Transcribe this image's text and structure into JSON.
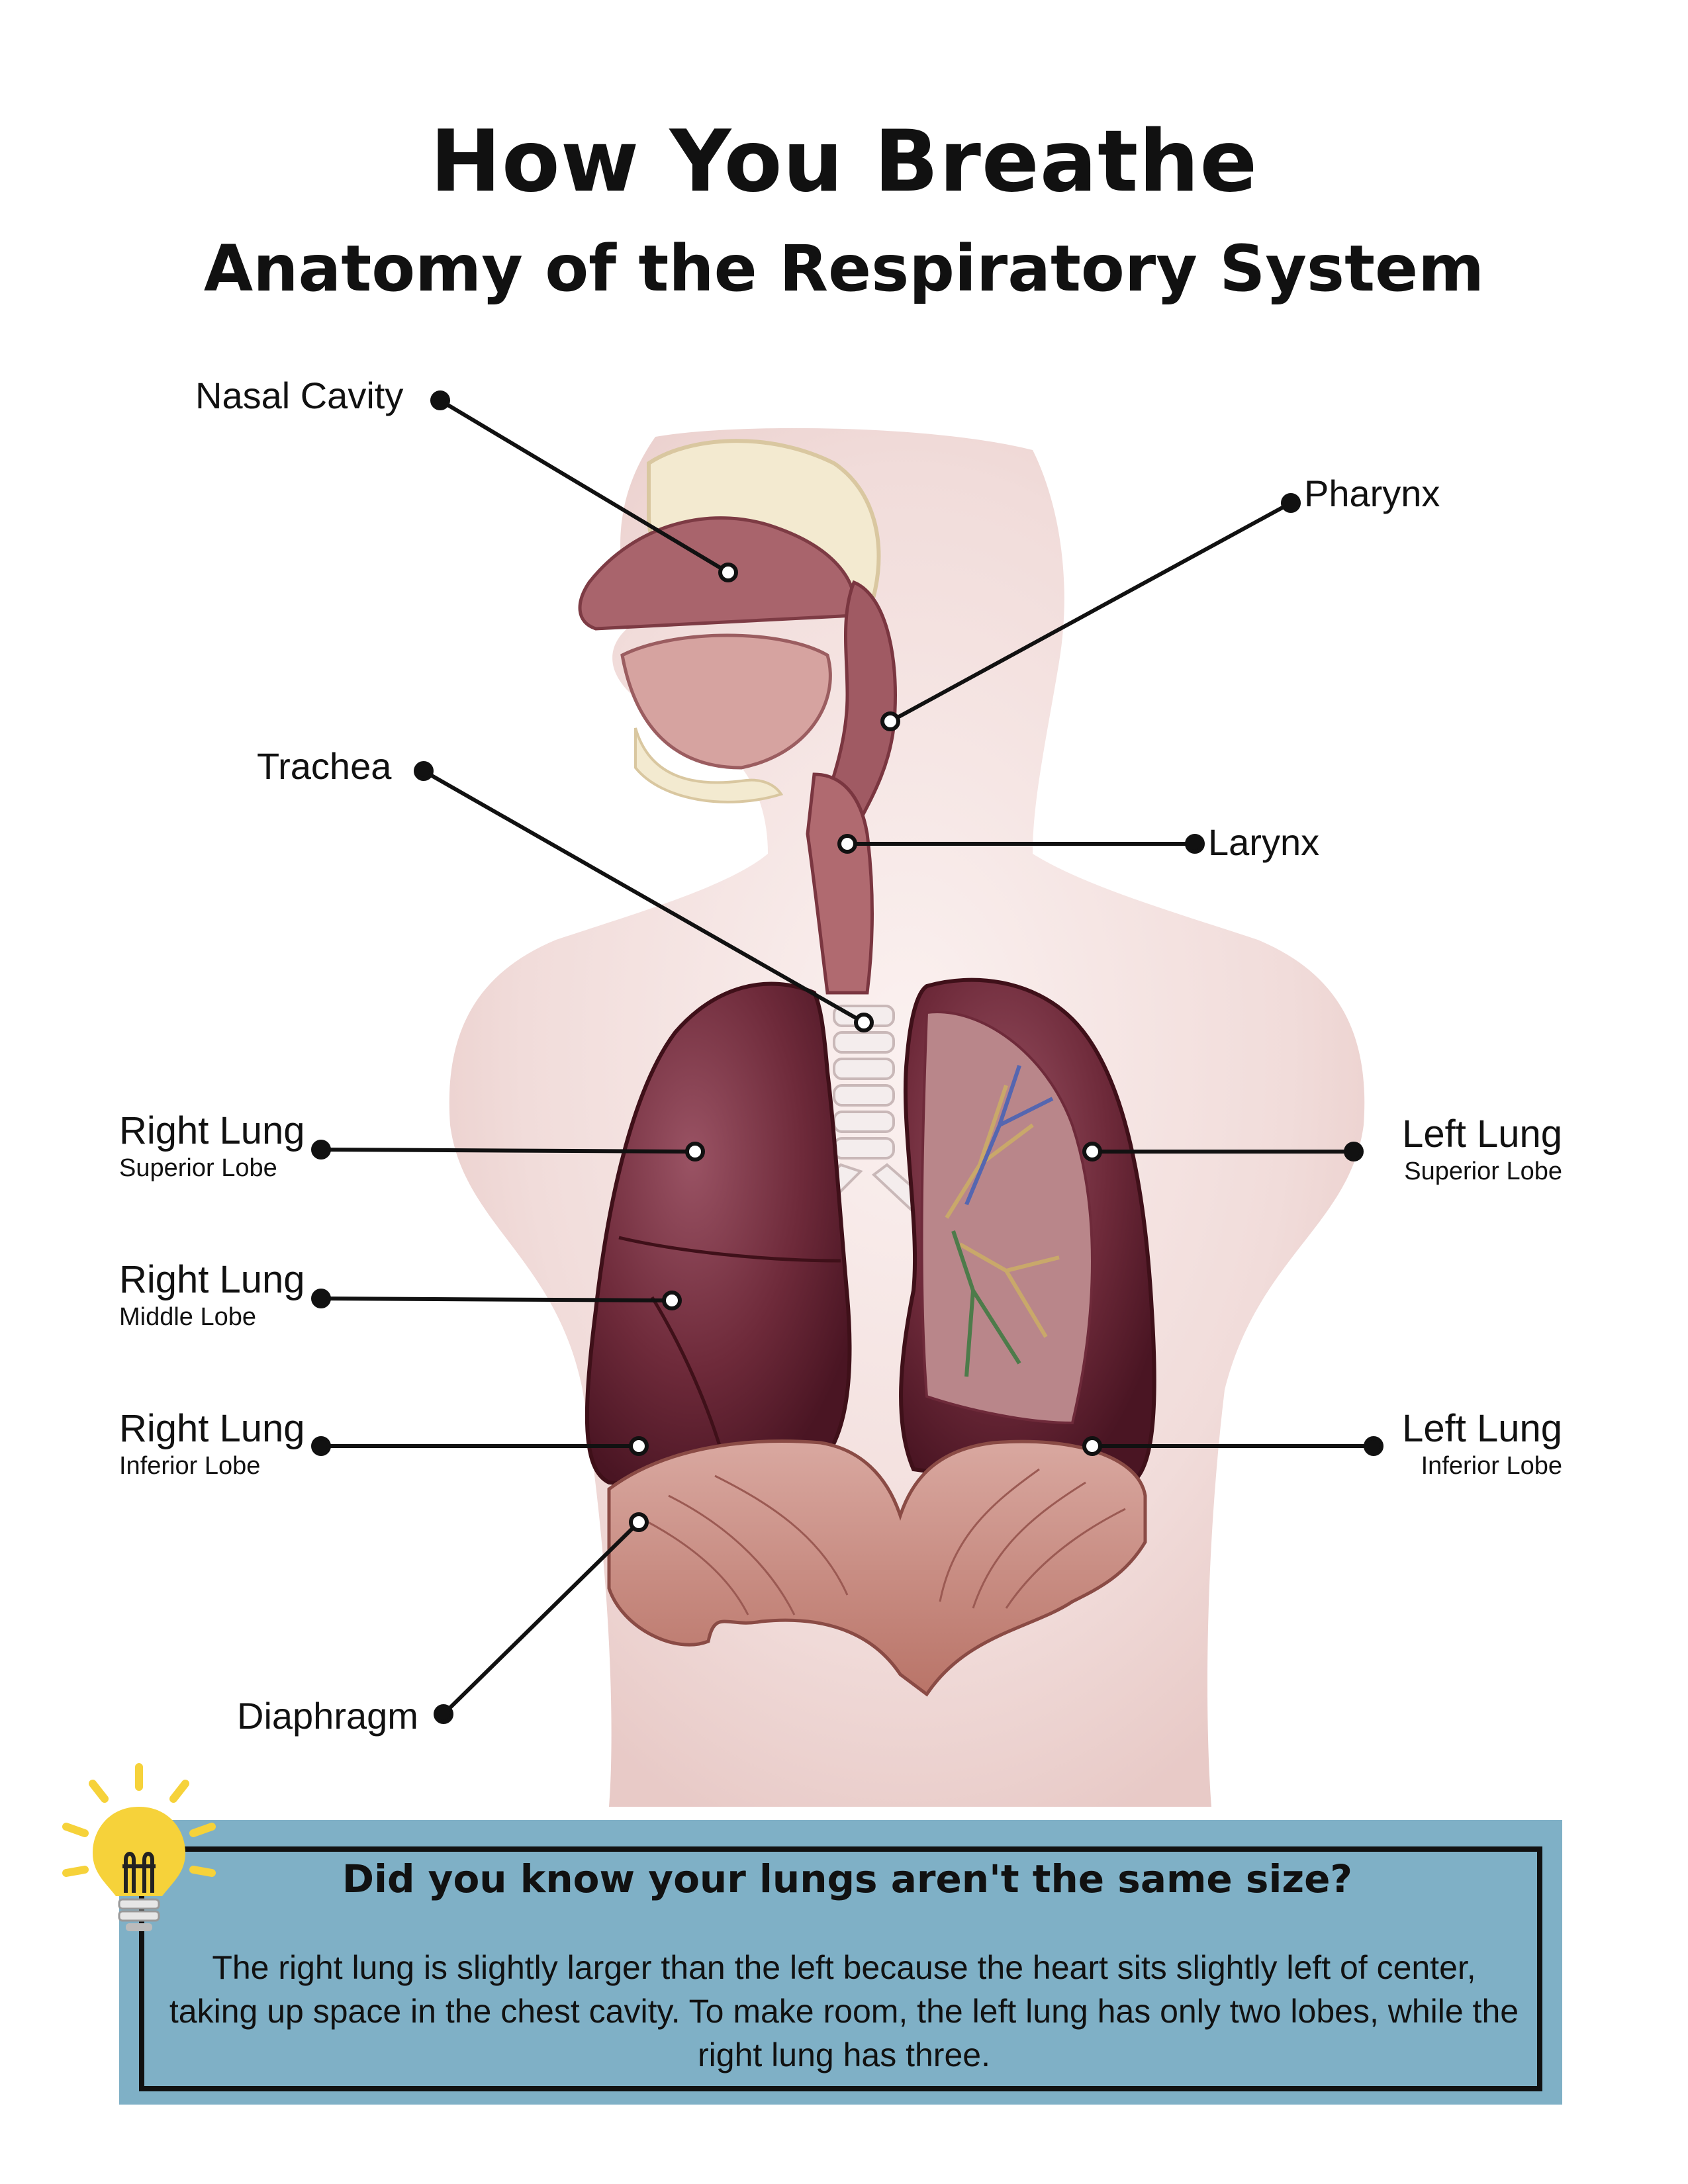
{
  "title": "How You Breathe",
  "subtitle": "Anatomy of the Respiratory System",
  "labels": {
    "nasal_cavity": "Nasal Cavity",
    "pharynx": "Pharynx",
    "trachea": "Trachea",
    "larynx": "Larynx",
    "right_lung_superior": {
      "main": "Right Lung",
      "sub": "Superior Lobe"
    },
    "right_lung_middle": {
      "main": "Right Lung",
      "sub": "Middle Lobe"
    },
    "right_lung_inferior": {
      "main": "Right Lung",
      "sub": "Inferior Lobe"
    },
    "left_lung_superior": {
      "main": "Left Lung",
      "sub": "Superior Lobe"
    },
    "left_lung_inferior": {
      "main": "Left Lung",
      "sub": "Inferior Lobe"
    },
    "diaphragm": "Diaphragm"
  },
  "callout": {
    "heading": "Did you know your lungs aren't the same size?",
    "body": "The right lung is slightly larger than the left because the heart sits slightly left of center, taking up space in the chest cavity. To make room, the left lung has only two lobes, while the right lung has three."
  },
  "colors": {
    "callout_bg": "#7fb0c6",
    "lung": "#6e2a3a",
    "skin": "#f3e2e0",
    "bulb": "#f6d23a"
  },
  "icons": [
    "lightbulb-icon"
  ]
}
